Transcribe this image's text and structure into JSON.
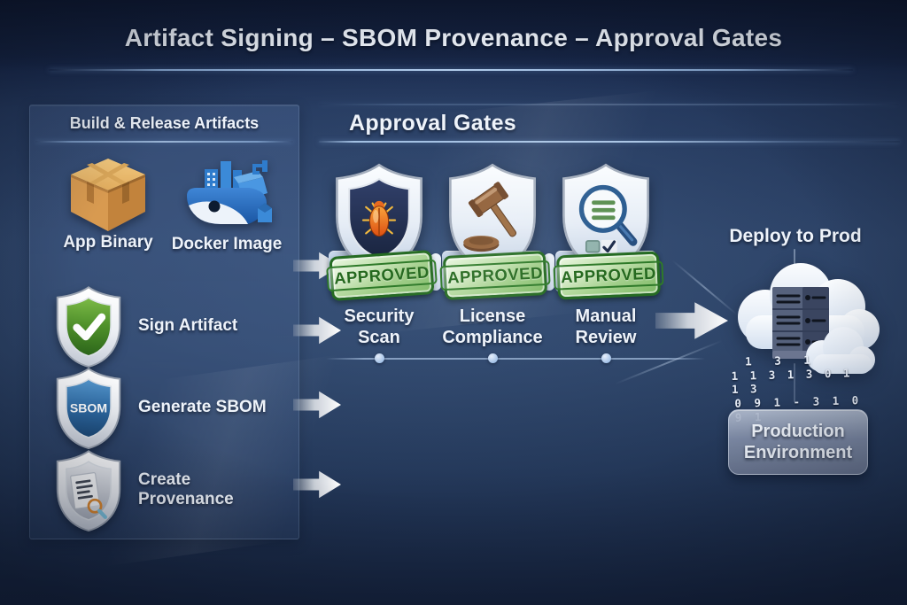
{
  "title": "Artifact Signing – SBOM Provenance – Approval Gates",
  "left_panel": {
    "header": "Build & Release Artifacts",
    "artifacts": [
      {
        "label": "App Binary",
        "icon": "package-box-icon"
      },
      {
        "label": "Docker Image",
        "icon": "docker-whale-icon"
      }
    ],
    "steps": [
      {
        "label": "Sign Artifact",
        "icon": "shield-check-icon",
        "shield_text": ""
      },
      {
        "label": "Generate SBOM",
        "icon": "shield-sbom-icon",
        "shield_text": "SBOM"
      },
      {
        "label": "Create Provenance",
        "icon": "shield-document-icon",
        "shield_text": ""
      }
    ]
  },
  "gates": {
    "header": "Approval Gates",
    "items": [
      {
        "label": "Security\nScan",
        "icon": "shield-bug-icon",
        "stamp": "APPROVED"
      },
      {
        "label": "License\nCompliance",
        "icon": "shield-gavel-icon",
        "stamp": "APPROVED"
      },
      {
        "label": "Manual\nReview",
        "icon": "shield-magnifier-icon",
        "stamp": "APPROVED"
      }
    ]
  },
  "deploy": {
    "header": "Deploy to Prod",
    "icon": "cloud-server-icon",
    "binary_rows": [
      "1 3 1",
      "1 1 3 1 3 0 1 1 3",
      "0 9 1 - 3 1 0 9 1"
    ],
    "badge": "Production\nEnvironment"
  },
  "colors": {
    "background_dark": "#13203d",
    "background_mid": "#2d4367",
    "divider_blue": "#b9d4f3",
    "arrow_white": "#f7fafd",
    "platform_blue": "#b3c8e2",
    "approved_fill": "#a8d392",
    "approved_border": "#256b22",
    "approved_text": "#25691f",
    "shield_silver": "#d8dee8",
    "sign_green": "#3f7d24",
    "sbom_blue": "#2b6da8",
    "bug_orange": "#e8651f",
    "gavel_brown": "#8a5c36",
    "badge_gray": "#8692ac"
  }
}
